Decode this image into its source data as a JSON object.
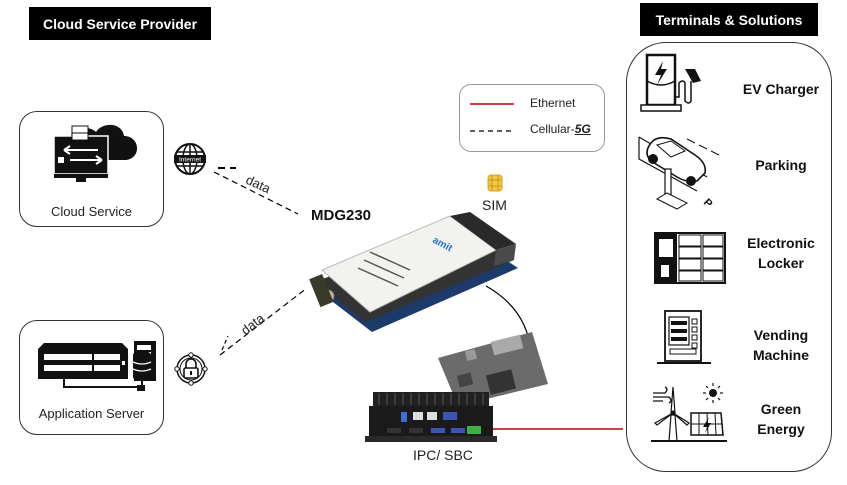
{
  "headers": {
    "left": "Cloud Service Provider",
    "right": "Terminals & Solutions"
  },
  "nodes": {
    "cloud_service": {
      "label": "Cloud Service",
      "icon": "cloud-monitor-icon"
    },
    "application_server": {
      "label": "Application Server",
      "icon": "network-switch-server-icon"
    },
    "internet_icon_label": "Internet",
    "secure_icon": "padlock-shield-icon"
  },
  "connections": {
    "cloud_link_label": "data",
    "app_link_label": "data"
  },
  "legend": {
    "items": [
      {
        "label": "Ethernet",
        "style": "solid",
        "color": "#c00000"
      },
      {
        "label": "Cellular-",
        "emphasis": "5G",
        "style": "dashed",
        "color": "#000000"
      }
    ]
  },
  "device": {
    "module_label": "MDG230",
    "module_brand": "amit",
    "sim_label": "SIM",
    "host_label": "IPC/ SBC"
  },
  "terminals": [
    {
      "label": "EV Charger",
      "icon": "ev-charger-icon"
    },
    {
      "label": "Parking",
      "icon": "parking-car-icon"
    },
    {
      "label": "Electronic Locker",
      "icon": "locker-icon"
    },
    {
      "label": "Vending Machine",
      "icon": "vending-machine-icon"
    },
    {
      "label": "Green Energy",
      "icon": "wind-solar-icon"
    }
  ],
  "colors": {
    "ethernet": "#c00000",
    "header_bg": "#000000",
    "header_fg": "#ffffff",
    "sim_gold": "#f2c744"
  }
}
